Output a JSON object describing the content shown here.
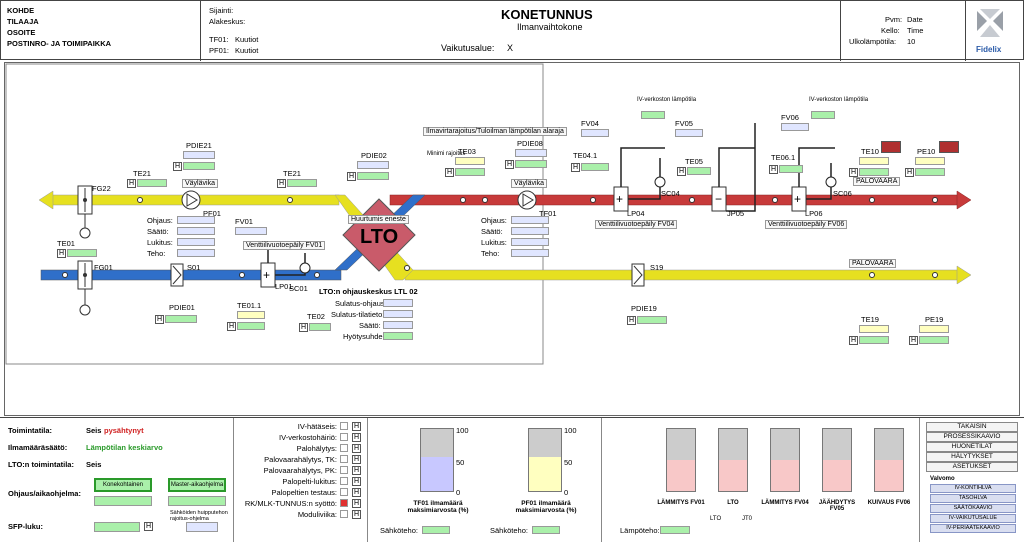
{
  "header": {
    "site_lines": [
      "KOHDE",
      "TILAAJA",
      "OSOITE",
      "POSTINRO- JA TOIMIPAIKKA"
    ],
    "location_label": "Sijainti:",
    "subcenter_label": "Alakeskus:",
    "tf_label": "TF01:",
    "tf_value": "Kuutiot",
    "pf_label": "PF01:",
    "pf_value": "Kuutiot",
    "title": "KONETUNNUS",
    "subtitle": "Ilmanvaihtokone",
    "area_label": "Vaikutusalue:",
    "area_value": "X",
    "date_label": "Pvm:",
    "date_value": "Date",
    "clock_label": "Kello:",
    "clock_value": "Time",
    "outtemp_label": "Ulkolämpötila:",
    "outtemp_value": "10",
    "brand": "Fidelix"
  },
  "diagram": {
    "lto": "LTO",
    "tags": {
      "fg22": "FG22",
      "te21a": "TE21",
      "te21b": "TE21",
      "pdie21": "PDIE21",
      "pf01": "PF01",
      "vaylakka1": "Väylävika",
      "te01": "TE01",
      "fg01": "FG01",
      "s01": "S01",
      "pdie01": "PDIE01",
      "fv01": "FV01",
      "lp01": "LP01",
      "sc01": "SC01",
      "te01_1": "TE01.1",
      "te02": "TE02",
      "pdie02": "PDIE02",
      "fv01_label": "Venttiilivuotoepäily FV01",
      "huurtumis": "Huurtumis eneste",
      "lto_center": "LTO:n ohjauskeskus LTL 02",
      "te03": "TE03",
      "min_rajoitus": "Minimi rajoitus",
      "pdie08": "PDIE08",
      "tf01": "TF01",
      "vaylakka2": "Väylävika",
      "ilmavirta": "Ilmavirtarajoitus/Tuloilman lämpötilan alaraja",
      "fv04": "FV04",
      "te04_1": "TE04.1",
      "lp04": "LP04",
      "sc04": "SC04",
      "fv04_label": "Venttiilivuotoepäily FV04",
      "fv05": "FV05",
      "te05": "TE05",
      "jp05": "JP05",
      "fv06": "FV06",
      "te06_1": "TE06.1",
      "lp06": "LP06",
      "sc06": "SC06",
      "fv06_label": "Venttiilivuotoepäily FV06",
      "ivverk1": "IV-verkoston lämpötila",
      "ivverk2": "IV-verkoston lämpötila",
      "te10": "TE10",
      "pe10": "PE10",
      "palovaara1": "PALOVAARA",
      "palovaara2": "PALOVAARA",
      "s19": "S19",
      "pdie19": "PDIE19",
      "te19": "TE19",
      "pe19": "PE19"
    },
    "left_ctrl": [
      "Ohjaus:",
      "Säätö:",
      "Lukitus:",
      "Teho:"
    ],
    "right_ctrl": [
      "Ohjaus:",
      "Säätö:",
      "Lukitus:",
      "Teho:"
    ],
    "lto_ctrl": [
      "Sulatus-ohjaus:",
      "Sulatus-tilatieto:",
      "Säätö:",
      "Hyötysuhde:"
    ]
  },
  "bottom": {
    "toimintatila_label": "Toimintatila:",
    "toimintatila_value": "Seis",
    "toimintatila_extra": "pysähtynyt",
    "ilmamaara_label": "Ilmamääräsäätö:",
    "ilmamaara_value": "Lämpötilan keskiarvo",
    "lto_tila_label": "LTO:n toimintatila:",
    "lto_tila_value": "Seis",
    "ohjelma_label": "Ohjaus/aikaohjelma:",
    "btn_konekoht": "Konekohtainen",
    "btn_master": "Master-aikaohjelma",
    "sfp_label": "SFP-luku:",
    "saatio_note": "Sähköiden huipputehon rajoitus-ohjelma",
    "alarms": [
      "IV-hätäseis:",
      "IV-verkostohäiriö:",
      "Palohälytys:",
      "Palovaarahälytys, TK:",
      "Palovaarahälytys, PK:",
      "Palopelti-lukitus:",
      "Palopeltien testaus:",
      "RK/MLK-TUNNUS:n syöttö:",
      "Moduliviika:"
    ],
    "tf_bar_label": "TF01 ilmamäärä maksimiarvosta (%)",
    "pf_bar_label": "PF01 ilmamäärä maksimiarvosta (%)",
    "sahkoteho": "Sähköteho:",
    "lampoteho": "Lämpöteho:",
    "scale": [
      "100",
      "50",
      "0"
    ],
    "heat_bars": [
      "LÄMMITYS FV01",
      "LTO",
      "LÄMMITYS FV04",
      "JÄÄHDYTYS FV05",
      "KUIVAUS FV06"
    ],
    "lto_sub": "LTO",
    "jt0": "JT0",
    "tf_percent": 55,
    "pf_percent": 55,
    "heat_percent": [
      50,
      50,
      50,
      50,
      50
    ]
  },
  "nav": {
    "buttons": [
      "TAKAISIN",
      "PROSESSIKAAVIO",
      "HUONETILAT",
      "HÄLYTYKSET",
      "ASETUKSET"
    ],
    "section": "Valvomo",
    "subs": [
      "IV-KONTIHLVA",
      "TASOHLVA",
      "SÄÄTÖKAAVIO",
      "IV-VAIKUTUSALUE",
      "IV-PERIAATEKAAVIO"
    ]
  },
  "colors": {
    "supply": "#c73a3a",
    "exhaust": "#e6e020",
    "outdoor": "#2f6fc9",
    "relief": "#e6e020",
    "green": "#aaf0aa"
  }
}
